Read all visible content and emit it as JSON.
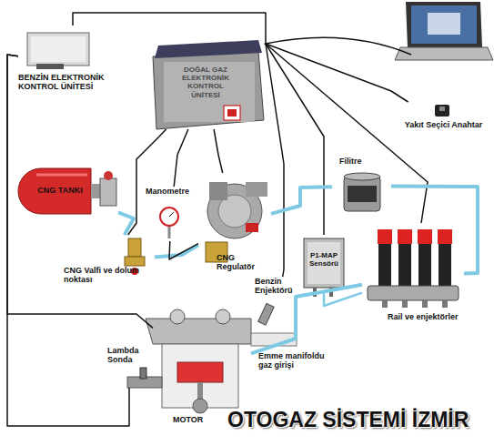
{
  "diagram": {
    "title": "OTOGAZ SİSTEMİ İZMİR",
    "nodes": [
      {
        "text": [
          "BENZİN ELEKTRONİK KONTROL ÜNİTESİ"
        ]
      },
      {
        "text": [
          "DOĞAL GAZ ELEKTRONİK KONTROL ÜNİTESİ"
        ]
      },
      {
        "text": [
          "Yakıt Seçici Anahtar"
        ]
      },
      {
        "text": [
          "CNG TANKI"
        ]
      },
      {
        "text": [
          "CNG Valfi ve dolum noktası"
        ]
      },
      {
        "text": [
          "Manometre"
        ]
      },
      {
        "text": [
          "CNG Regulatör"
        ]
      },
      {
        "text": [
          "Filitre"
        ]
      },
      {
        "text": [
          "P1-MAP Sensörü"
        ]
      },
      {
        "text": [
          "Rail ve enjektörler"
        ]
      },
      {
        "text": [
          "Benzin Enjektörü"
        ]
      },
      {
        "text": [
          "MOTOR"
        ]
      },
      {
        "text": [
          "Lambda Sonda"
        ]
      }
    ],
    "edges": [
      {
        "from": 1,
        "to": 0,
        "arrow": "none"
      },
      {
        "from": 1,
        "to": 2,
        "arrow": "none"
      },
      {
        "from": 1,
        "to": 4,
        "arrow": "none"
      },
      {
        "from": 1,
        "to": 5,
        "arrow": "none"
      },
      {
        "from": 1,
        "to": 6,
        "arrow": "none"
      },
      {
        "from": 1,
        "to": 8,
        "arrow": "none"
      },
      {
        "from": 1,
        "to": 9,
        "arrow": "none"
      },
      {
        "from": 1,
        "to": 10,
        "arrow": "none"
      },
      {
        "from": 0,
        "to": 11,
        "arrow": "none"
      },
      {
        "from": 0,
        "to": 12,
        "arrow": "none"
      },
      {
        "from": 3,
        "to": 4,
        "arrow": "none"
      },
      {
        "from": 4,
        "to": 6,
        "arrow": "none"
      },
      {
        "from": 5,
        "to": 6,
        "arrow": "none"
      },
      {
        "from": 6,
        "to": 7,
        "arrow": "none"
      },
      {
        "from": 7,
        "to": 9,
        "arrow": "none"
      },
      {
        "from": 8,
        "to": 9,
        "arrow": "none"
      },
      {
        "from": 9,
        "to": 11,
        "arrow": "none"
      }
    ],
    "labels": [
      "Emme manifoldu gaz girişi"
    ]
  }
}
